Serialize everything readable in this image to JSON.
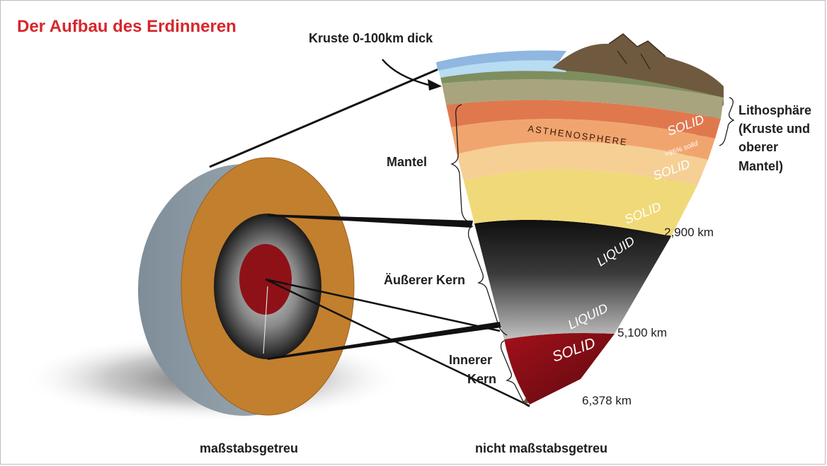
{
  "title": "Der Aufbau des Erdinneren",
  "labels": {
    "crust": "Kruste 0-100km dick",
    "mantle": "Mantel",
    "outer_core": "Äußerer Kern",
    "inner_core_line1": "Innerer",
    "inner_core_line2": "Kern",
    "lithosphere_line1": "Lithosphäre",
    "lithosphere_line2": "(Kruste und",
    "lithosphere_line3": "oberer",
    "lithosphere_line4": "Mantel)"
  },
  "layers": {
    "asthenosphere": "ASTHENOSPHERE",
    "litho_state": "SOLID",
    "astheno_state": ">95% solid",
    "mantle_upper_state": "SOLID",
    "mantle_lower_state": "SOLID",
    "outer_core_state_top": "LIQUID",
    "outer_core_state_bottom": "LIQUID",
    "inner_core_state": "SOLID"
  },
  "depths": {
    "mantle_core": "2,900 km",
    "outer_inner": "5,100 km",
    "center": "6,378 km"
  },
  "captions": {
    "left": "maßstabsgetreu",
    "right": "nicht maßstabsgetreu"
  },
  "colors": {
    "title": "#d7262c",
    "outer_ring": "#c27f2e",
    "inner_core": "#8e1118",
    "sky": "#8fb7df",
    "asthenosphere": "#e0784e"
  }
}
